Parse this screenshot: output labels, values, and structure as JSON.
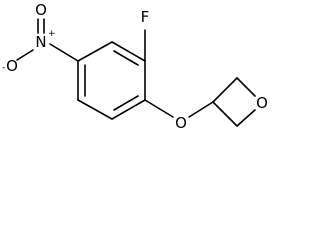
{
  "molecule": {
    "atoms": {
      "fluorine": "F",
      "nitro_nitrogen": "N",
      "nitro_oxygen_double": "O",
      "nitro_oxygen_single": "O",
      "ether_oxygen": "O",
      "oxetane_oxygen": "O"
    },
    "charges": {
      "nitro_nitrogen": "+",
      "nitro_oxygen_single": "-"
    }
  },
  "colors": {
    "ink": "#000000",
    "background": "#ffffff"
  }
}
